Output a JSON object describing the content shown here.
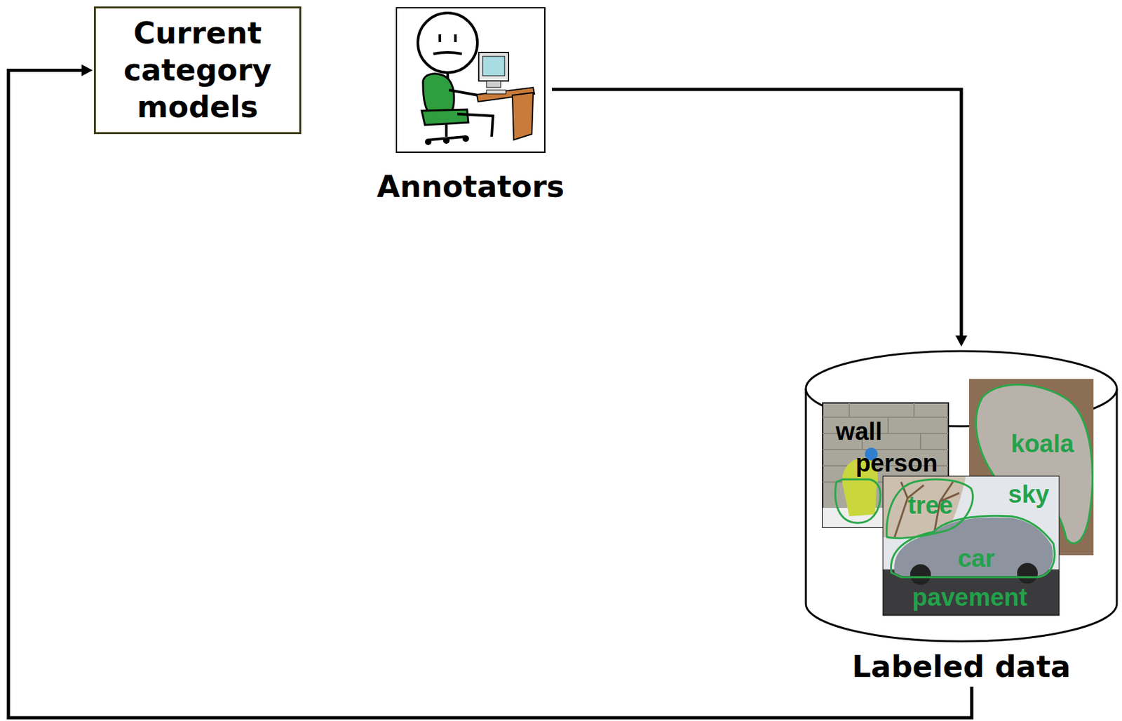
{
  "diagram": {
    "nodes": [
      {
        "text": [
          "Current category models"
        ]
      },
      {
        "text": [
          "Annotators"
        ]
      },
      {
        "text": [
          "Labeled data"
        ]
      }
    ],
    "edges": [
      {
        "from": 1,
        "to": 2,
        "arrow": "to"
      },
      {
        "from": 2,
        "to": 0,
        "arrow": "to"
      }
    ],
    "labels": [
      "wall",
      "person",
      "koala",
      "sky",
      "tree",
      "car",
      "pavement"
    ]
  }
}
